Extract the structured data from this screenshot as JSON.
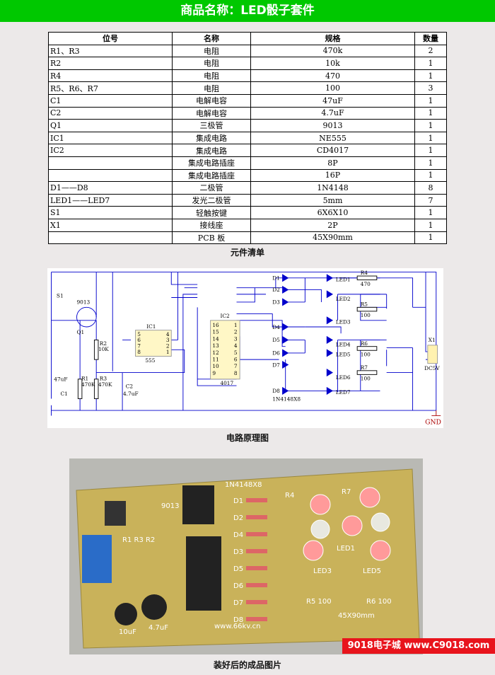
{
  "header": {
    "title": "商品名称：LED骰子套件"
  },
  "bom": {
    "columns": [
      "位号",
      "名称",
      "规格",
      "数量"
    ],
    "rows": [
      [
        "R1、R3",
        "电阻",
        "470k",
        "2"
      ],
      [
        "R2",
        "电阻",
        "10k",
        "1"
      ],
      [
        "R4",
        "电阻",
        "470",
        "1"
      ],
      [
        "R5、R6、R7",
        "电阻",
        "100",
        "3"
      ],
      [
        "C1",
        "电解电容",
        "47uF",
        "1"
      ],
      [
        "C2",
        "电解电容",
        "4.7uF",
        "1"
      ],
      [
        "Q1",
        "三极管",
        "9013",
        "1"
      ],
      [
        "IC1",
        "集成电路",
        "NE555",
        "1"
      ],
      [
        "IC2",
        "集成电路",
        "CD4017",
        "1"
      ],
      [
        "",
        "集成电路插座",
        "8P",
        "1"
      ],
      [
        "",
        "集成电路插座",
        "16P",
        "1"
      ],
      [
        "D1——D8",
        "二极管",
        "1N4148",
        "8"
      ],
      [
        "LED1——LED7",
        "发光二极管",
        "5mm",
        "7"
      ],
      [
        "S1",
        "轻触按键",
        "6X6X10",
        "1"
      ],
      [
        "X1",
        "接线座",
        "2P",
        "1"
      ],
      [
        "",
        "PCB 板",
        "45X90mm",
        "1"
      ]
    ],
    "caption": "元件清单"
  },
  "schematic": {
    "caption": "电路原理图",
    "labels": {
      "s1": "S1",
      "q1_type": "9013",
      "q1": "Q1",
      "r1": "R1",
      "r1v": "470K",
      "r2": "R2",
      "r2v": "10K",
      "r3": "R3",
      "r3v": "470K",
      "c1": "C1",
      "c1v": "47uF",
      "c2": "C2",
      "c2v": "4.7uF",
      "ic1": "IC1",
      "ic1p": "555",
      "ic2": "IC2",
      "ic2p": "4017",
      "diodes": "1N4148X8",
      "r4": "R4",
      "r4v": "470",
      "r5": "R5",
      "r6": "R6",
      "r7": "R7",
      "rv": "100",
      "x1": "X1",
      "dc": "DC5V",
      "gnd": "GND"
    },
    "diodes": [
      "D1",
      "D2",
      "D3",
      "D4",
      "D5",
      "D6",
      "D7",
      "D8"
    ],
    "leds": [
      "LED1",
      "LED2",
      "LED3",
      "LED4",
      "LED5",
      "LED6",
      "LED7"
    ],
    "ic1_left": [
      "5",
      "6",
      "7",
      "8"
    ],
    "ic1_right": [
      "4",
      "3",
      "2",
      "1"
    ],
    "ic2_left": [
      "16",
      "15",
      "14",
      "13",
      "12",
      "11",
      "10",
      "9"
    ],
    "ic2_right": [
      "1",
      "2",
      "3",
      "4",
      "5",
      "6",
      "7",
      "8"
    ],
    "wire_color": "#0000cc"
  },
  "photo": {
    "caption": "装好后的成品图片",
    "labels": {
      "diodes": "1N4148X8",
      "r123": "R1 R3 R2",
      "r4": "R4",
      "r7": "R7",
      "led1": "LED1",
      "led3": "LED3",
      "led5": "LED5",
      "r5": "R5 100",
      "r6": "R6 100",
      "c1": "10uF",
      "c2": "4.7uF",
      "site": "www.66kv.cn",
      "size": "45X90mm",
      "q": "9013"
    },
    "diode_labels": [
      "D1",
      "D2",
      "D4",
      "D3",
      "D5",
      "D6",
      "D7",
      "D8"
    ],
    "watermark": "9018电子城  www.C9018.com"
  }
}
